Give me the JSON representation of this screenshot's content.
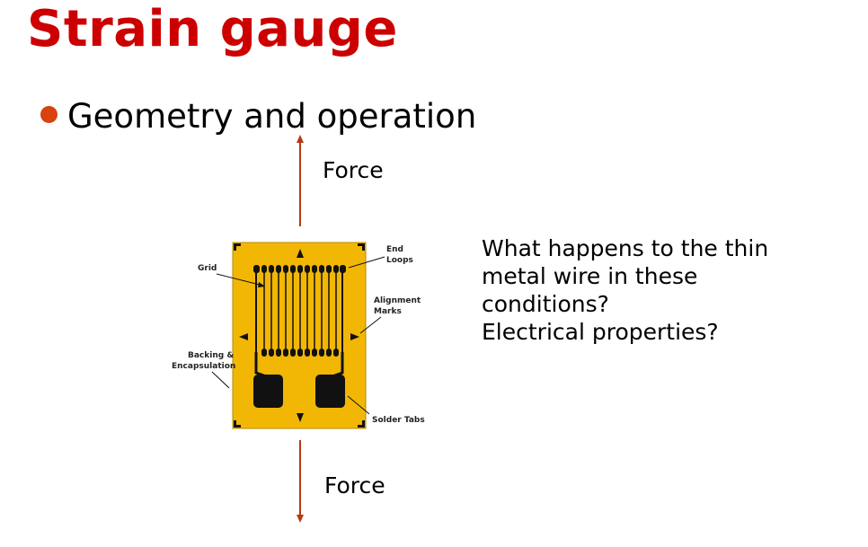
{
  "slide": {
    "title": "Strain gauge",
    "bullet": "Geometry and operation",
    "force_top": "Force",
    "force_bottom": "Force",
    "question_lines": [
      "What happens to the thin",
      "metal wire in these",
      "conditions?",
      "Electrical properties?"
    ],
    "colors": {
      "title": "#cc0000",
      "bullet": "#d9410f",
      "force_arrow": "#b33a14",
      "gauge_backing": "#f2b705"
    }
  },
  "gauge": {
    "labels": {
      "grid": "Grid",
      "end_loops_1": "End",
      "end_loops_2": "Loops",
      "alignment_1": "Alignment",
      "alignment_2": "Marks",
      "backing_1": "Backing &",
      "backing_2": "Encapsulation",
      "solder_tabs": "Solder Tabs"
    }
  }
}
